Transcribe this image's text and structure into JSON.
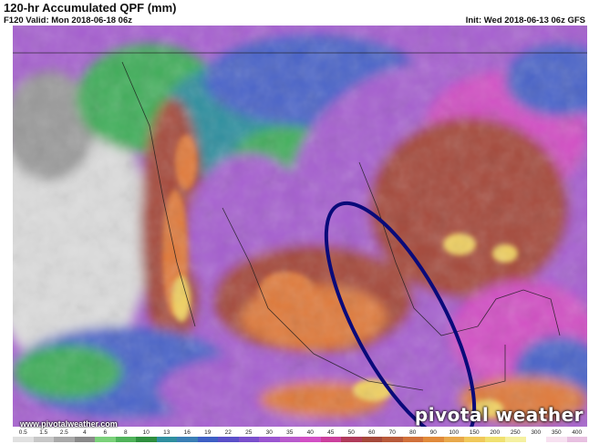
{
  "header": {
    "title": "120-hr Accumulated QPF (mm)",
    "valid": "F120 Valid: Mon 2018-06-18 06z",
    "init": "Init: Wed 2018-06-13 06z GFS"
  },
  "watermark": {
    "site": "www.pivotalweather.com",
    "brand": "pivotal weather"
  },
  "colors": {
    "water_light": "#dcdcdc",
    "gray": "#9a9a9a",
    "green": "#3fae5a",
    "teal": "#2f8f9f",
    "blue": "#4a63c9",
    "purple": "#a65fd0",
    "magenta": "#d24fc4",
    "brown": "#a5483a",
    "orange": "#e07a3a",
    "yellow": "#f0d060",
    "annotation_ellipse": "#0a0a7a"
  },
  "colorbar": {
    "labels": [
      "0.5",
      "1.5",
      "2.5",
      "4",
      "6",
      "8",
      "10",
      "13",
      "16",
      "19",
      "22",
      "25",
      "30",
      "35",
      "40",
      "45",
      "50",
      "60",
      "70",
      "80",
      "90",
      "100",
      "150",
      "200",
      "250",
      "300",
      "350",
      "400"
    ],
    "colors": [
      "#e0e0e0",
      "#c7c7c7",
      "#a9a9a9",
      "#8a8a8a",
      "#7ad17a",
      "#4fb35a",
      "#2e8f3f",
      "#2f8f9f",
      "#3a7fb5",
      "#3d5fc4",
      "#5a4fc8",
      "#7a4fcc",
      "#9a55d0",
      "#b85acc",
      "#d24fc4",
      "#cc3f9c",
      "#b03a5a",
      "#a5483a",
      "#b85a3a",
      "#d0703a",
      "#e08a3a",
      "#e8a84a",
      "#f0c85a",
      "#f0e070",
      "#f5f0a0",
      "#ffffff",
      "#f7e0f0",
      "#e8c0e0"
    ]
  },
  "annotation": {
    "shape": "ellipse"
  }
}
